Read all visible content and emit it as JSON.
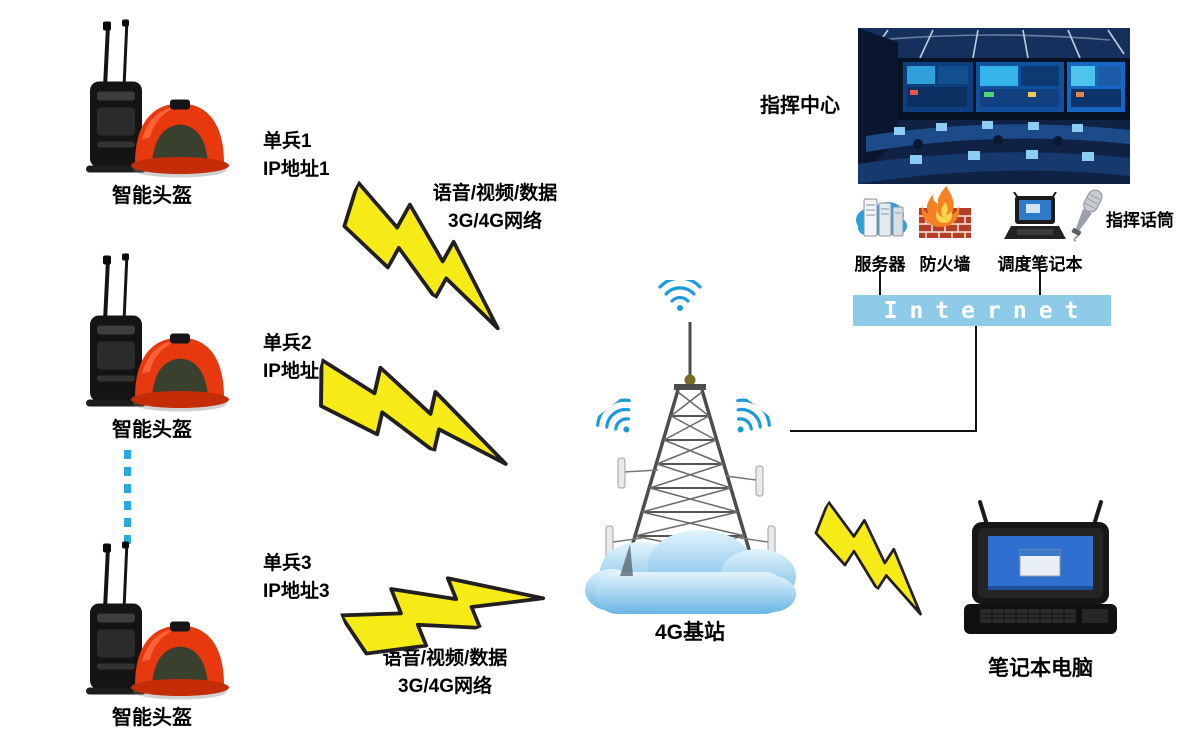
{
  "diagram": {
    "units": [
      {
        "helmet_label": "智能头盔",
        "soldier": "单兵1",
        "ip": "IP地址1"
      },
      {
        "helmet_label": "智能头盔",
        "soldier": "单兵2",
        "ip": "IP地址2"
      },
      {
        "helmet_label": "智能头盔",
        "soldier": "单兵3",
        "ip": "IP地址3"
      }
    ],
    "link_top": {
      "line1": "语音/视频/数据",
      "line2": "3G/4G网络"
    },
    "link_bottom": {
      "line1": "语音/视频/数据",
      "line2": "3G/4G网络"
    },
    "base_station": {
      "label": "4G基站"
    },
    "command_center": {
      "label": "指挥中心"
    },
    "equipment": {
      "server": "服务器",
      "firewall": "防火墙",
      "dispatch_laptop": "调度笔记本",
      "microphone": "指挥话筒"
    },
    "internet": {
      "label": "Internet"
    },
    "field_laptop": {
      "label": "笔记本电脑"
    },
    "graphics": {
      "bolt_icon": "lightning-bolt",
      "wifi_icon": "wifi-signal",
      "cloud_icon": "network-cloud",
      "dotted_line": "more-units-ellipsis"
    },
    "colors": {
      "bolt_fill": "#f6eb16",
      "bolt_outline": "#231f20",
      "internet_bar": "#8ecbe8",
      "internet_text": "#ffffff",
      "dotted_line": "#29abe2",
      "helmet_red": "#e8380d",
      "cloud_top": "#e3f4fc",
      "cloud_bottom": "#6ab5e4",
      "wifi_blue": "#1b9cd8"
    }
  }
}
